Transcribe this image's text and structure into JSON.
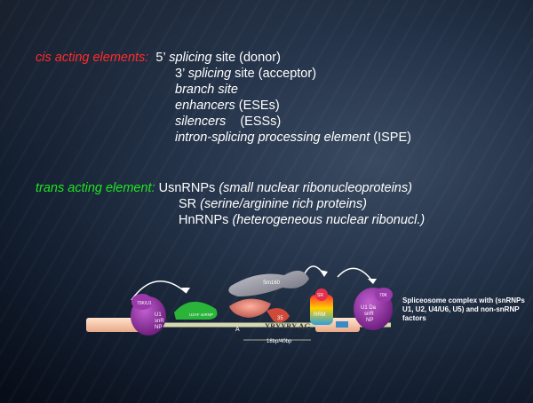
{
  "cis": {
    "label": "cis acting elements:",
    "items": [
      {
        "em": "",
        "pre": "5’ ",
        "em2": "splicing",
        "post": " site (donor)"
      },
      {
        "pre": "3’ ",
        "em2": "splicing",
        "post": " site (acceptor)"
      },
      {
        "pre": "",
        "em2": "branch site",
        "post": ""
      },
      {
        "pre": "",
        "em2": "enhancers",
        "post": " (ESEs)"
      },
      {
        "pre": "",
        "em2": "silencers",
        "post": "    (ESSs)"
      },
      {
        "pre": "",
        "em2": "intron-splicing processing element",
        "post": " (ISPE)"
      }
    ]
  },
  "trans": {
    "label": "trans acting element:",
    "items": [
      {
        "pre": "UsnRNPs ",
        "em2": "(small nuclear ribonucleoproteins)",
        "post": ""
      },
      {
        "pre": "SR ",
        "em2": "(serine/arginine rich proteins)",
        "post": ""
      },
      {
        "pre": "HnRNPs ",
        "em2": "(heterogeneous nuclear ribonucl.)",
        "post": ""
      }
    ]
  },
  "diagram": {
    "u1_label": "U1\nsnR\nNP",
    "u1_70k": "70K/U1",
    "u2af_label": "U2AF snRNP",
    "branch_a": "A",
    "sm_label": "Sm160",
    "yrnum": "35",
    "rrm": "RRM",
    "sr_label": "SR",
    "ppt": "YRYYRY",
    "ag": "AG",
    "distance": "18bp/40bp",
    "u1_right": "U1 Da\nsnR\nNP",
    "k70": "70K",
    "caption": "Spliceosome complex with (snRNPs U1, U2, U4/U6, U5) and non-snRNP factors"
  },
  "colors": {
    "cis": "#ff2b2b",
    "trans": "#1ee61e",
    "text": "#ffffff",
    "exon": "#f6c9a8",
    "snrnp": "#8a2a9a"
  }
}
